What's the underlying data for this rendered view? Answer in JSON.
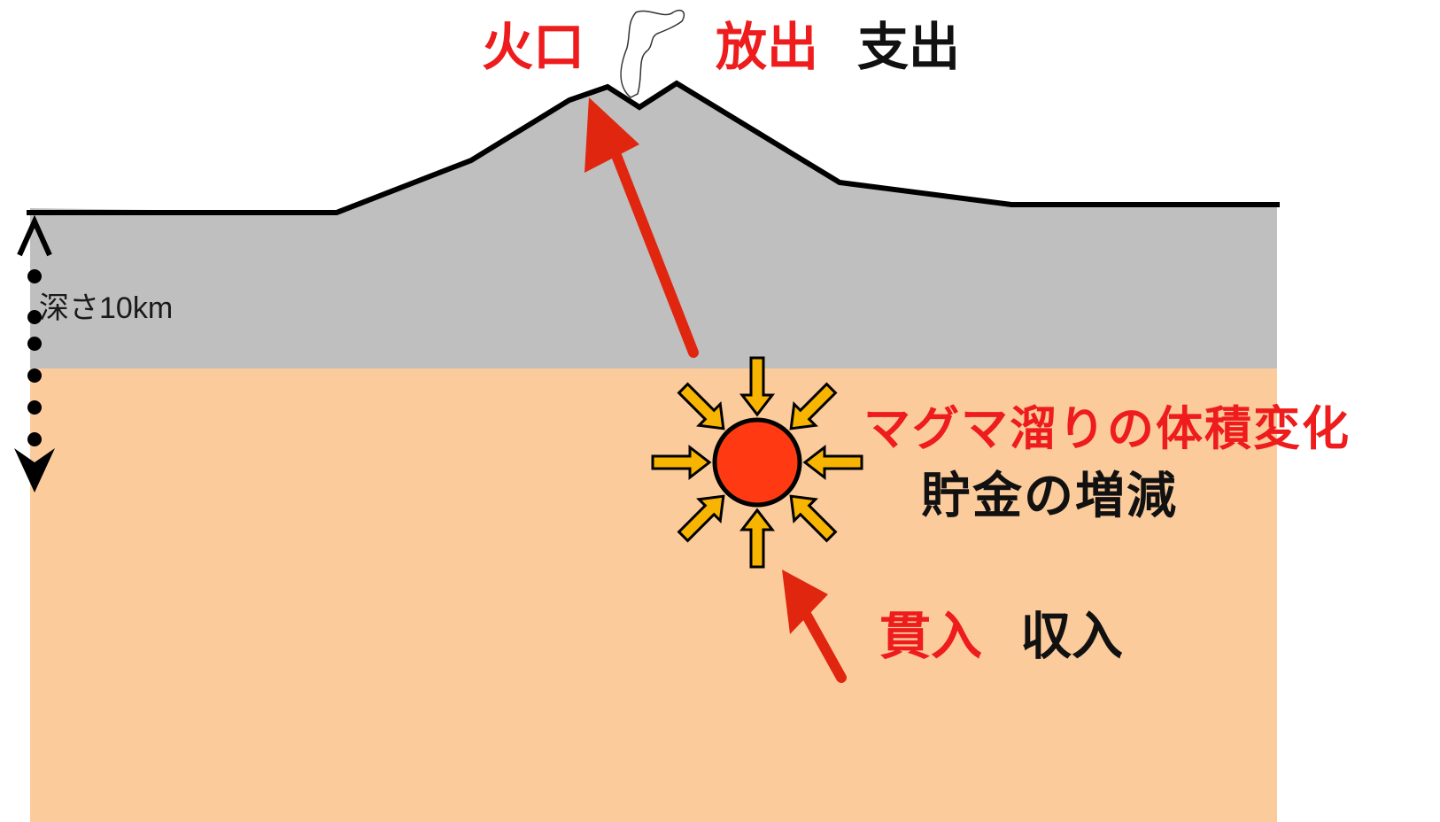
{
  "labels": {
    "vent": "火口",
    "emission": "放出",
    "expenditure": "支出",
    "depth": "深さ10km",
    "chamber_change": "マグマ溜りの体積変化",
    "savings": "貯金の増減",
    "intrusion": "貫入",
    "income": "収入"
  },
  "colors": {
    "crust": "#bfbfbf",
    "mantle": "#fccb9c",
    "magma": "#ff3a12",
    "arrow_red": "#e0260e",
    "small_arrow": "#f7b400",
    "text_red": "#ee1c1c",
    "text_black": "#111111"
  },
  "icons": {
    "plume": "eruption-plume-icon"
  }
}
